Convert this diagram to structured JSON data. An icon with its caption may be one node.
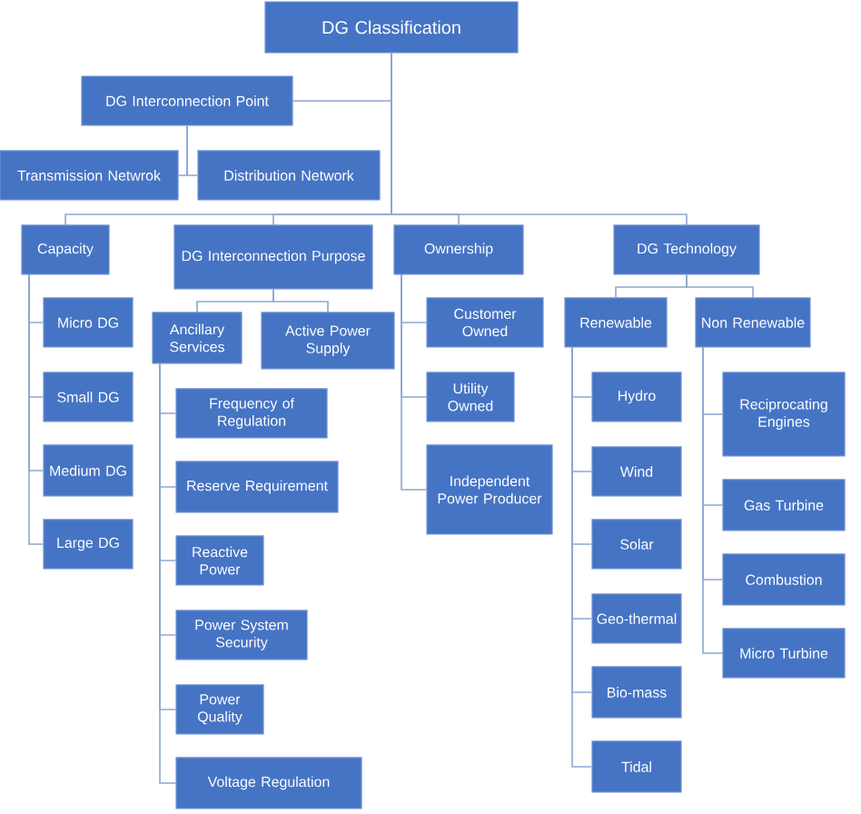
{
  "diagram": {
    "nodes": [
      {
        "text": [
          "DG Classification"
        ]
      },
      {
        "text": [
          "DG Interconnection Point"
        ]
      },
      {
        "text": [
          "Transmission Netwrok"
        ]
      },
      {
        "text": [
          "Distribution Network"
        ]
      },
      {
        "text": [
          "Capacity"
        ]
      },
      {
        "text": [
          "DG Interconnection Purpose"
        ]
      },
      {
        "text": [
          "Ownership"
        ]
      },
      {
        "text": [
          "DG Technology"
        ]
      },
      {
        "text": [
          "Micro DG"
        ]
      },
      {
        "text": [
          "Small DG"
        ]
      },
      {
        "text": [
          "Medium DG"
        ]
      },
      {
        "text": [
          "Large DG"
        ]
      },
      {
        "text": [
          "Ancillary Services"
        ]
      },
      {
        "text": [
          "Active Power Supply"
        ]
      },
      {
        "text": [
          "Frequency of Regulation"
        ]
      },
      {
        "text": [
          "Reserve Requirement"
        ]
      },
      {
        "text": [
          "Reactive Power"
        ]
      },
      {
        "text": [
          "Power System Security"
        ]
      },
      {
        "text": [
          "Power Quality"
        ]
      },
      {
        "text": [
          "Voltage Regulation"
        ]
      },
      {
        "text": [
          "Customer Owned"
        ]
      },
      {
        "text": [
          "Utility Owned"
        ]
      },
      {
        "text": [
          "Independent Power Producer"
        ]
      },
      {
        "text": [
          "Renewable"
        ]
      },
      {
        "text": [
          "Non Renewable"
        ]
      },
      {
        "text": [
          "Hydro"
        ]
      },
      {
        "text": [
          "Wind"
        ]
      },
      {
        "text": [
          "Solar"
        ]
      },
      {
        "text": [
          "Geo-thermal"
        ]
      },
      {
        "text": [
          "Bio-mass"
        ]
      },
      {
        "text": [
          "Tidal"
        ]
      },
      {
        "text": [
          "Reciprocating Engines"
        ]
      },
      {
        "text": [
          "Gas Turbine"
        ]
      },
      {
        "text": [
          "Combustion"
        ]
      },
      {
        "text": [
          "Micro Turbine"
        ]
      }
    ],
    "edges": [
      {
        "from": 0,
        "to": 1,
        "arrow": "none"
      },
      {
        "from": 1,
        "to": 2,
        "arrow": "none"
      },
      {
        "from": 1,
        "to": 3,
        "arrow": "none"
      },
      {
        "from": 0,
        "to": 4,
        "arrow": "none"
      },
      {
        "from": 0,
        "to": 5,
        "arrow": "none"
      },
      {
        "from": 0,
        "to": 6,
        "arrow": "none"
      },
      {
        "from": 0,
        "to": 7,
        "arrow": "none"
      },
      {
        "from": 4,
        "to": 8,
        "arrow": "none"
      },
      {
        "from": 4,
        "to": 9,
        "arrow": "none"
      },
      {
        "from": 4,
        "to": 10,
        "arrow": "none"
      },
      {
        "from": 4,
        "to": 11,
        "arrow": "none"
      },
      {
        "from": 5,
        "to": 12,
        "arrow": "none"
      },
      {
        "from": 5,
        "to": 13,
        "arrow": "none"
      },
      {
        "from": 12,
        "to": 14,
        "arrow": "none"
      },
      {
        "from": 12,
        "to": 15,
        "arrow": "none"
      },
      {
        "from": 12,
        "to": 16,
        "arrow": "none"
      },
      {
        "from": 12,
        "to": 17,
        "arrow": "none"
      },
      {
        "from": 12,
        "to": 18,
        "arrow": "none"
      },
      {
        "from": 12,
        "to": 19,
        "arrow": "none"
      },
      {
        "from": 6,
        "to": 20,
        "arrow": "none"
      },
      {
        "from": 6,
        "to": 21,
        "arrow": "none"
      },
      {
        "from": 6,
        "to": 22,
        "arrow": "none"
      },
      {
        "from": 7,
        "to": 23,
        "arrow": "none"
      },
      {
        "from": 7,
        "to": 24,
        "arrow": "none"
      },
      {
        "from": 23,
        "to": 25,
        "arrow": "none"
      },
      {
        "from": 23,
        "to": 26,
        "arrow": "none"
      },
      {
        "from": 23,
        "to": 27,
        "arrow": "none"
      },
      {
        "from": 23,
        "to": 28,
        "arrow": "none"
      },
      {
        "from": 23,
        "to": 29,
        "arrow": "none"
      },
      {
        "from": 23,
        "to": 30,
        "arrow": "none"
      },
      {
        "from": 24,
        "to": 31,
        "arrow": "none"
      },
      {
        "from": 24,
        "to": 32,
        "arrow": "none"
      },
      {
        "from": 24,
        "to": 33,
        "arrow": "none"
      },
      {
        "from": 24,
        "to": 34,
        "arrow": "none"
      }
    ]
  }
}
